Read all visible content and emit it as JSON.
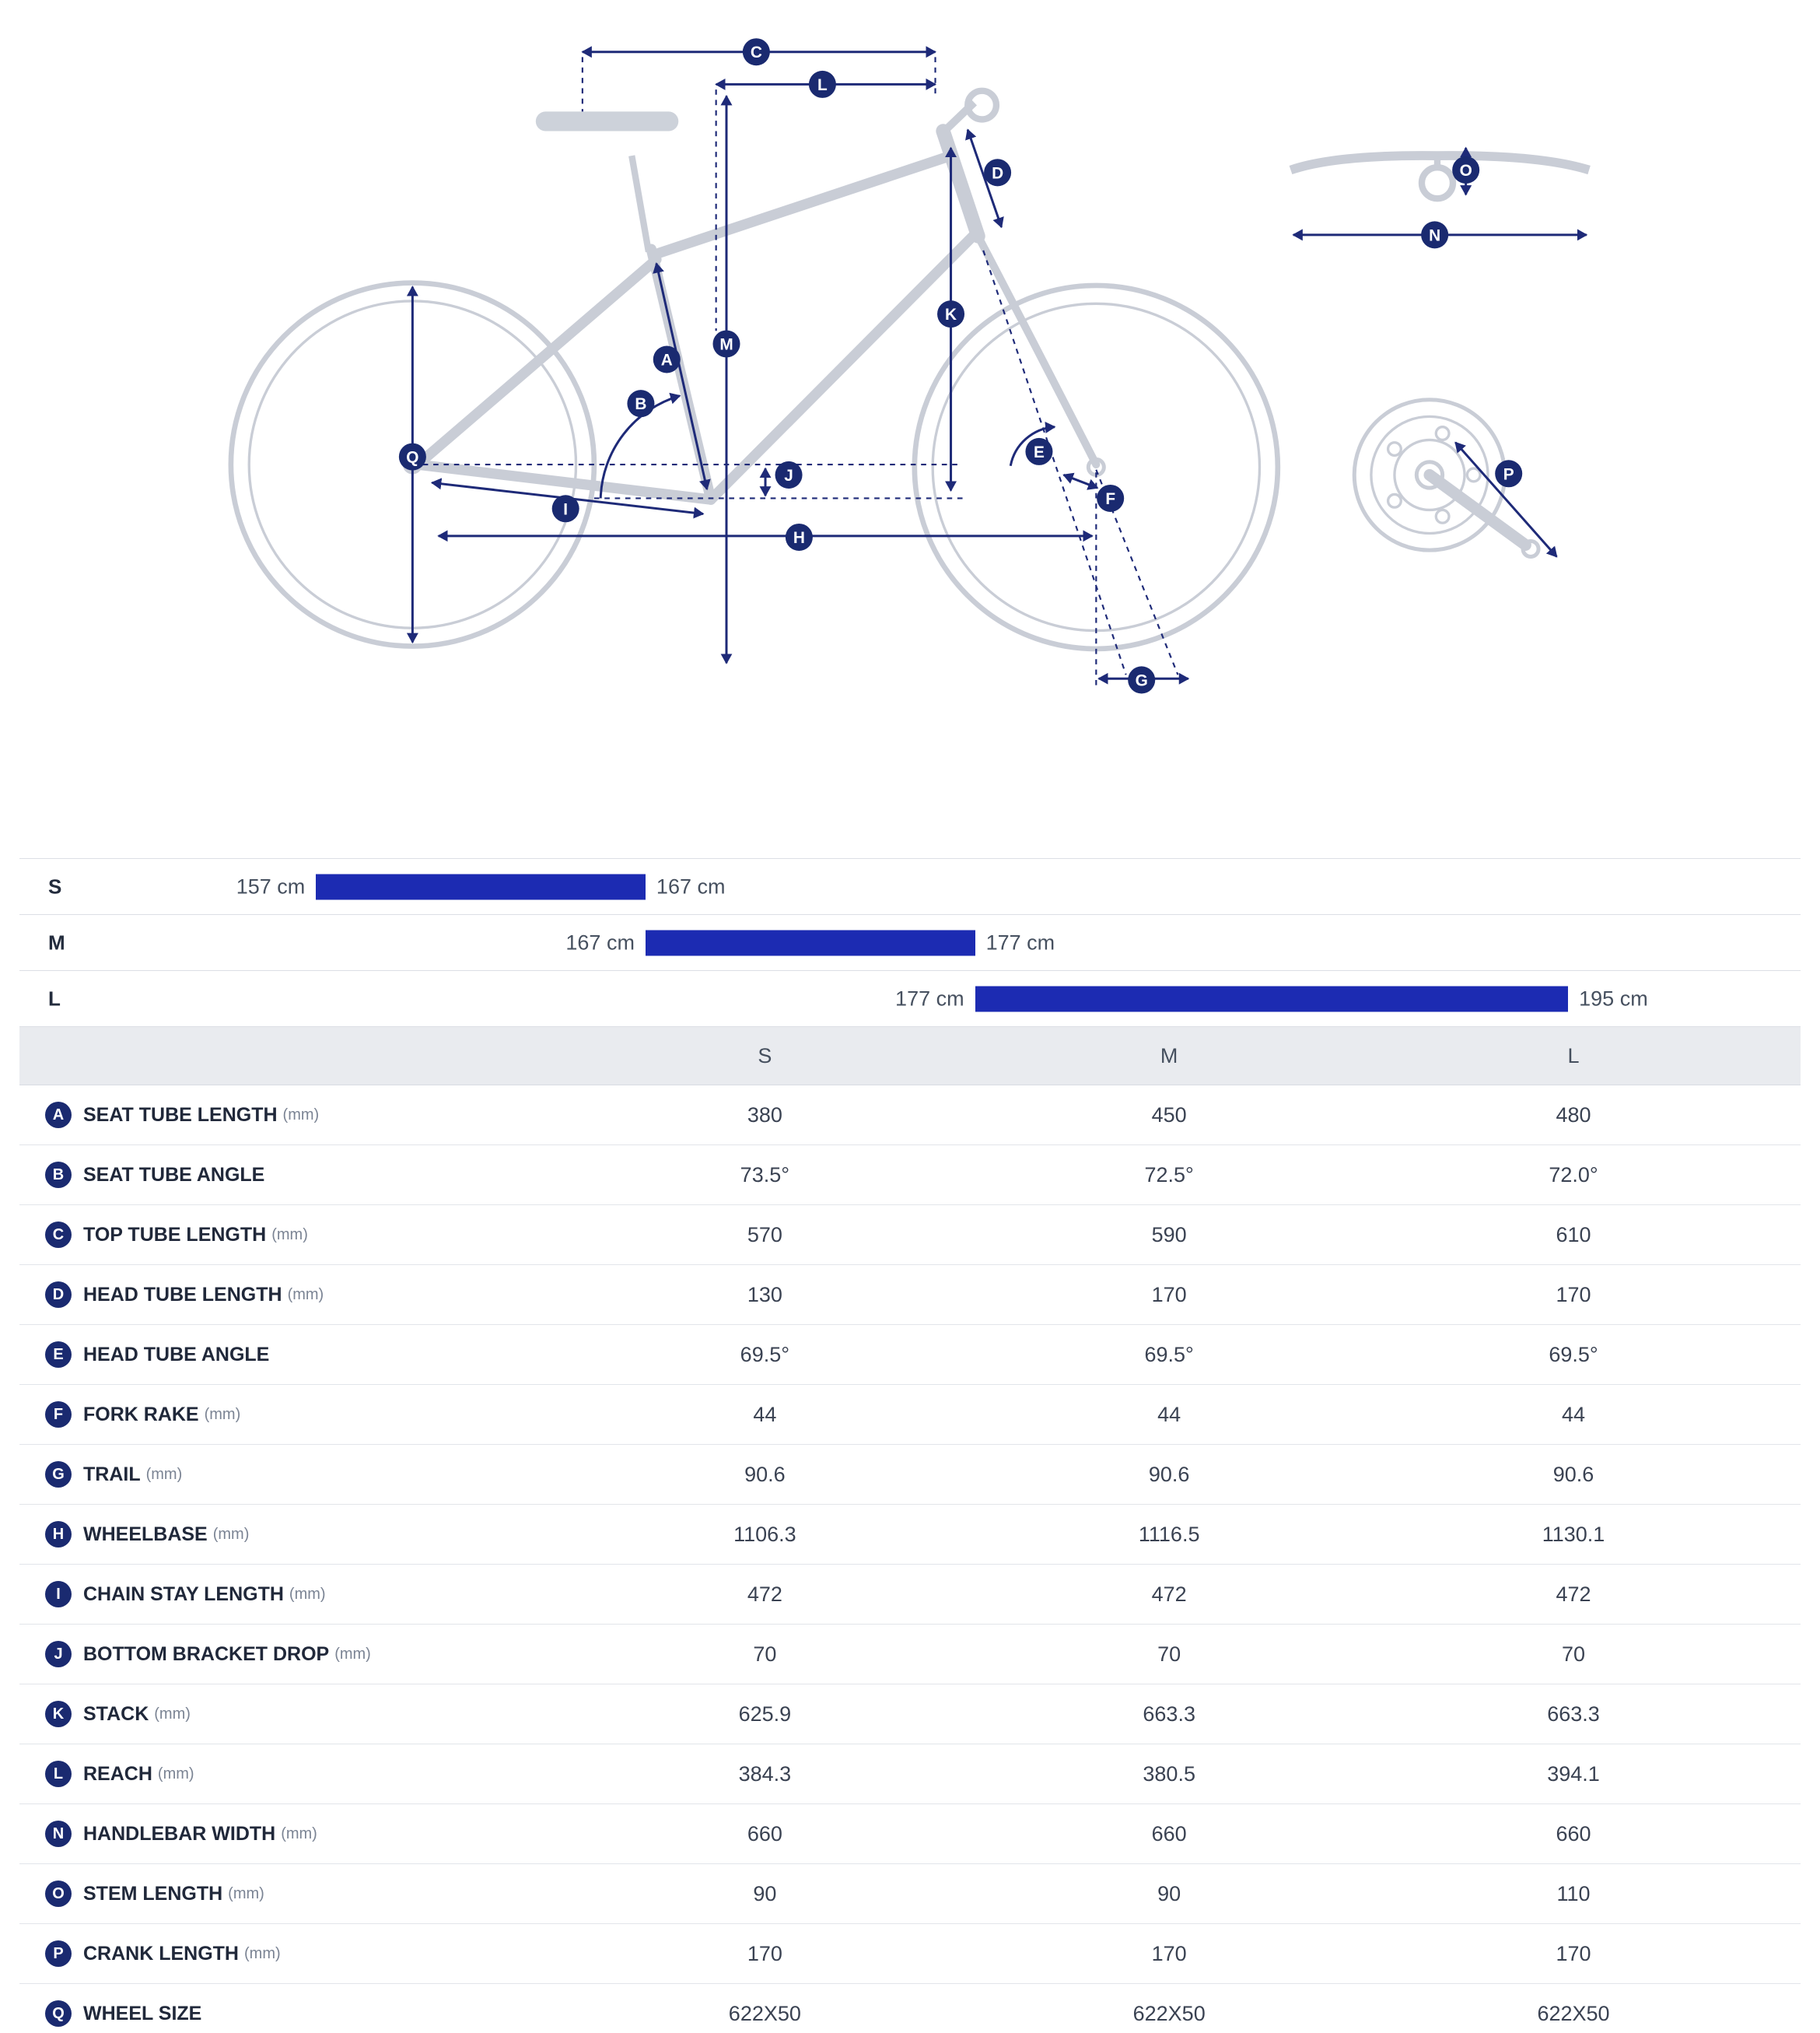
{
  "colors": {
    "accent_bar_blue": "#1c2bb2",
    "badge_navy": "#1a2a70",
    "dimension_line_navy": "#1e2a78",
    "bike_outline_gray": "#c9cdd6",
    "header_row_gray": "#e9ebef"
  },
  "diagram": {
    "badges": [
      "A",
      "B",
      "C",
      "D",
      "E",
      "F",
      "G",
      "H",
      "I",
      "J",
      "K",
      "L",
      "M",
      "N",
      "O",
      "P",
      "Q"
    ]
  },
  "size_bars": {
    "rows": [
      {
        "size": "S",
        "min_cm": 157,
        "max_cm": 167,
        "min_label": "157 cm",
        "max_label": "167 cm"
      },
      {
        "size": "M",
        "min_cm": 167,
        "max_cm": 177,
        "min_label": "167 cm",
        "max_label": "177 cm"
      },
      {
        "size": "L",
        "min_cm": 177,
        "max_cm": 195,
        "min_label": "177 cm",
        "max_label": "195 cm"
      }
    ]
  },
  "table": {
    "columns": [
      "S",
      "M",
      "L"
    ],
    "rows": [
      {
        "badge": "A",
        "label": "SEAT TUBE LENGTH",
        "unit": "(mm)",
        "values": [
          "380",
          "450",
          "480"
        ]
      },
      {
        "badge": "B",
        "label": "SEAT TUBE ANGLE",
        "unit": "",
        "values": [
          "73.5°",
          "72.5°",
          "72.0°"
        ]
      },
      {
        "badge": "C",
        "label": "TOP TUBE LENGTH",
        "unit": "(mm)",
        "values": [
          "570",
          "590",
          "610"
        ]
      },
      {
        "badge": "D",
        "label": "HEAD TUBE LENGTH",
        "unit": "(mm)",
        "values": [
          "130",
          "170",
          "170"
        ]
      },
      {
        "badge": "E",
        "label": "HEAD TUBE ANGLE",
        "unit": "",
        "values": [
          "69.5°",
          "69.5°",
          "69.5°"
        ]
      },
      {
        "badge": "F",
        "label": "FORK RAKE",
        "unit": "(mm)",
        "values": [
          "44",
          "44",
          "44"
        ]
      },
      {
        "badge": "G",
        "label": "TRAIL",
        "unit": "(mm)",
        "values": [
          "90.6",
          "90.6",
          "90.6"
        ]
      },
      {
        "badge": "H",
        "label": "WHEELBASE",
        "unit": "(mm)",
        "values": [
          "1106.3",
          "1116.5",
          "1130.1"
        ]
      },
      {
        "badge": "I",
        "label": "CHAIN STAY LENGTH",
        "unit": "(mm)",
        "values": [
          "472",
          "472",
          "472"
        ]
      },
      {
        "badge": "J",
        "label": "BOTTOM BRACKET DROP",
        "unit": "(mm)",
        "values": [
          "70",
          "70",
          "70"
        ]
      },
      {
        "badge": "K",
        "label": "STACK",
        "unit": "(mm)",
        "values": [
          "625.9",
          "663.3",
          "663.3"
        ]
      },
      {
        "badge": "L",
        "label": "REACH",
        "unit": "(mm)",
        "values": [
          "384.3",
          "380.5",
          "394.1"
        ]
      },
      {
        "badge": "N",
        "label": "HANDLEBAR WIDTH",
        "unit": "(mm)",
        "values": [
          "660",
          "660",
          "660"
        ]
      },
      {
        "badge": "O",
        "label": "STEM LENGTH",
        "unit": "(mm)",
        "values": [
          "90",
          "90",
          "110"
        ]
      },
      {
        "badge": "P",
        "label": "CRANK LENGTH",
        "unit": "(mm)",
        "values": [
          "170",
          "170",
          "170"
        ]
      },
      {
        "badge": "Q",
        "label": "WHEEL SIZE",
        "unit": "",
        "values": [
          "622X50",
          "622X50",
          "622X50"
        ]
      }
    ]
  }
}
